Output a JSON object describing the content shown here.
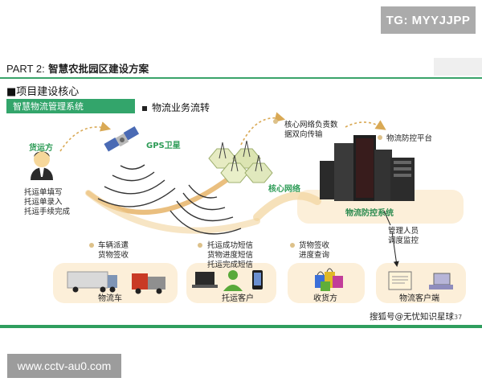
{
  "watermark_tg": "TG: MYYJJPP",
  "watermark_url": "www.cctv-au0.com",
  "slide": {
    "part_label": "PART 2:",
    "title": "智慧农批园区建设方案",
    "section_heading": "■项目建设核心",
    "system_banner": "智慧物流管理系统",
    "flow_heading": "物流业务流转"
  },
  "diagram": {
    "shipper": "货运方",
    "gps": "GPS卫星",
    "shipper_steps": [
      "托运单填写",
      "托运单录入",
      "托运手续完成"
    ],
    "core_network": "核心网络",
    "core_desc": [
      "核心网络负责数",
      "据双向传输"
    ],
    "platform": "物流防控平台",
    "platform_system": "物流防控系统",
    "manager": [
      "管理人员",
      "调度监控"
    ],
    "vehicle_notes": [
      "车辆派遣",
      "货物签收"
    ],
    "sms_notes": [
      "托运成功短信",
      "货物进度短信",
      "托运完成短信"
    ],
    "receipt_notes": [
      "货物签收",
      "进度查询"
    ],
    "nodes": [
      "物流车",
      "托运客户",
      "收货方",
      "物流客户端"
    ]
  },
  "footer": {
    "source": "搜狐号@无忧知识星球",
    "page_no": "37"
  }
}
